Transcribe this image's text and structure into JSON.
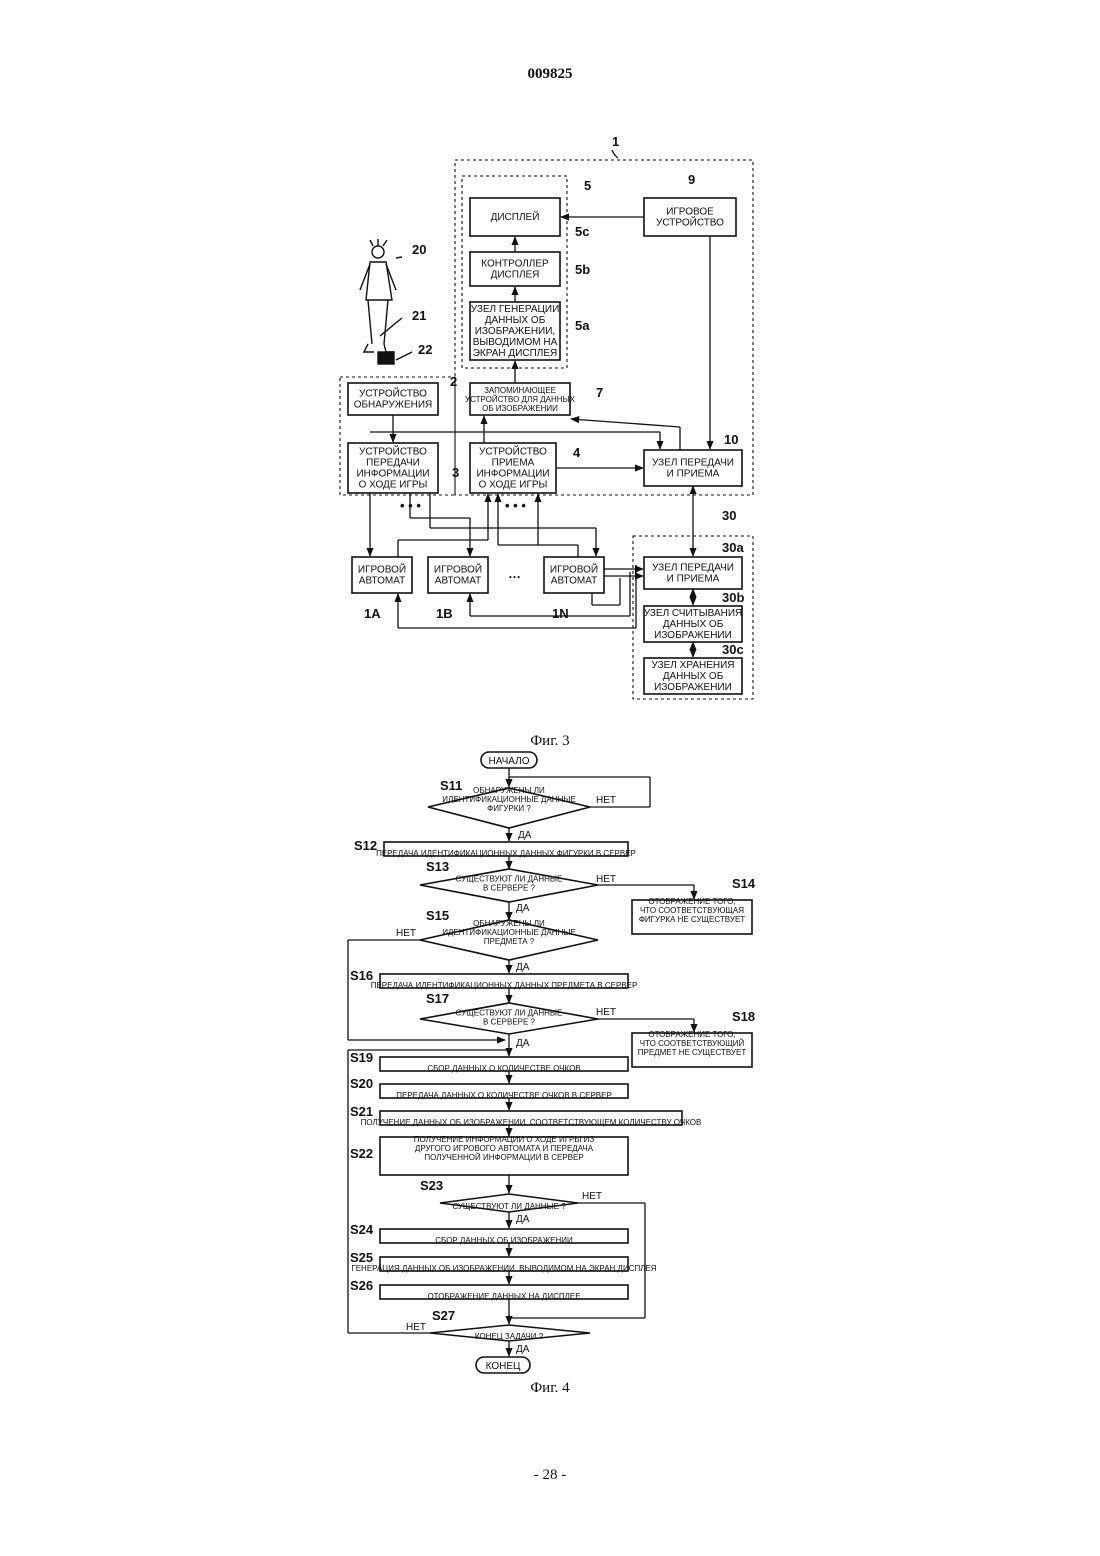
{
  "header": {
    "doc_number": "009825"
  },
  "footer": {
    "page_number": "- 28 -"
  },
  "fig3": {
    "caption": "Фиг. 3",
    "refs": {
      "r1": "1",
      "r2": "2",
      "r3": "3",
      "r4": "4",
      "r5": "5",
      "r5a": "5a",
      "r5b": "5b",
      "r5c": "5c",
      "r7": "7",
      "r9": "9",
      "r10": "10",
      "r20": "20",
      "r21": "21",
      "r22": "22",
      "r30": "30",
      "r30a": "30a",
      "r30b": "30b",
      "r30c": "30c",
      "r1A": "1A",
      "r1B": "1B",
      "r1N": "1N"
    },
    "boxes": {
      "display": [
        "ДИСПЛЕЙ"
      ],
      "display_controller": [
        "КОНТРОЛЛЕР",
        "ДИСПЛЕЯ"
      ],
      "image_gen": [
        "УЗЕЛ ГЕНЕРАЦИИ",
        "ДАННЫХ ОБ",
        "ИЗОБРАЖЕНИИ,",
        "ВЫВОДИМОМ НА",
        "ЭКРАН ДИСПЛЕЯ"
      ],
      "game_device": [
        "ИГРОВОЕ",
        "УСТРОЙСТВО"
      ],
      "storage": [
        "ЗАПОМИНАЮЩЕЕ",
        "УСТРОЙСТВО ДЛЯ ДАННЫХ",
        "ОБ ИЗОБРАЖЕНИИ"
      ],
      "detection": [
        "УСТРОЙСТВО",
        "ОБНАРУЖЕНИЯ"
      ],
      "transmit_progress": [
        "УСТРОЙСТВО",
        "ПЕРЕДАЧИ",
        "ИНФОРМАЦИИ",
        "О ХОДЕ ИГРЫ"
      ],
      "receive_progress": [
        "УСТРОЙСТВО",
        "ПРИЕМА",
        "ИНФОРМАЦИИ",
        "О ХОДЕ ИГРЫ"
      ],
      "transceiver": [
        "УЗЕЛ ПЕРЕДАЧИ",
        "И ПРИЕМА"
      ],
      "machine_a": [
        "ИГРОВОЙ",
        "АВТОМАТ"
      ],
      "machine_b": [
        "ИГРОВОЙ",
        "АВТОМАТ"
      ],
      "machine_n": [
        "ИГРОВОЙ",
        "АВТОМАТ"
      ],
      "server_transceiver": [
        "УЗЕЛ ПЕРЕДАЧИ",
        "И ПРИЕМА"
      ],
      "server_reader": [
        "УЗЕЛ СЧИТЫВАНИЯ",
        "ДАННЫХ ОБ",
        "ИЗОБРАЖЕНИИ"
      ],
      "server_storage": [
        "УЗЕЛ ХРАНЕНИЯ",
        "ДАННЫХ ОБ",
        "ИЗОБРАЖЕНИИ"
      ]
    },
    "ellipsis": "…",
    "dots": "• • •"
  },
  "fig4": {
    "caption": "Фиг. 4",
    "start": "НАЧАЛО",
    "end": "КОНЕЦ",
    "yes": "ДА",
    "no": "НЕТ",
    "steps": {
      "s11": {
        "label": "S11",
        "lines": [
          "ОБНАРУЖЕНЫ ЛИ",
          "ИДЕНТИФИКАЦИОННЫЕ ДАННЫЕ",
          "ФИГУРКИ ?"
        ]
      },
      "s12": {
        "label": "S12",
        "lines": [
          "ПЕРЕДАЧА ИДЕНТИФИКАЦИОННЫХ ДАННЫХ ФИГУРКИ В СЕРВЕР"
        ]
      },
      "s13": {
        "label": "S13",
        "lines": [
          "СУЩЕСТВУЮТ ЛИ ДАННЫЕ",
          "В СЕРВЕРЕ ?"
        ]
      },
      "s14": {
        "label": "S14",
        "lines": [
          "ОТОБРАЖЕНИЕ ТОГО,",
          "ЧТО СООТВЕТСТВУЮЩАЯ",
          "ФИГУРКА НЕ СУЩЕСТВУЕТ"
        ]
      },
      "s15": {
        "label": "S15",
        "lines": [
          "ОБНАРУЖЕНЫ ЛИ",
          "ИДЕНТИФИКАЦИОННЫЕ ДАННЫЕ",
          "ПРЕДМЕТА ?"
        ]
      },
      "s16": {
        "label": "S16",
        "lines": [
          "ПЕРЕДАЧА ИДЕНТИФИКАЦИОННЫХ ДАННЫХ ПРЕДМЕТА В СЕРВЕР"
        ]
      },
      "s17": {
        "label": "S17",
        "lines": [
          "СУЩЕСТВУЮТ ЛИ ДАННЫЕ",
          "В СЕРВЕРЕ ?"
        ]
      },
      "s18": {
        "label": "S18",
        "lines": [
          "ОТОБРАЖЕНИЕ ТОГО,",
          "ЧТО СООТВЕТСТВУЮЩИЙ",
          "ПРЕДМЕТ НЕ СУЩЕСТВУЕТ"
        ]
      },
      "s19": {
        "label": "S19",
        "lines": [
          "СБОР ДАННЫХ О КОЛИЧЕСТВЕ ОЧКОВ"
        ]
      },
      "s20": {
        "label": "S20",
        "lines": [
          "ПЕРЕДАЧА ДАННЫХ О КОЛИЧЕСТВЕ ОЧКОВ В СЕРВЕР"
        ]
      },
      "s21": {
        "label": "S21",
        "lines": [
          "ПОЛУЧЕНИЕ ДАННЫХ ОБ ИЗОБРАЖЕНИИ, СООТВЕТСТВУЮЩЕМ КОЛИЧЕСТВУ ОЧКОВ"
        ]
      },
      "s22": {
        "label": "S22",
        "lines": [
          "ПОЛУЧЕНИЕ ИНФОРМАЦИИ О ХОДЕ ИГРЫ ИЗ",
          "ДРУГОГО ИГРОВОГО АВТОМАТА И ПЕРЕДАЧА",
          "ПОЛУЧЕННОЙ ИНФОРМАЦИИ В СЕРВЕР"
        ]
      },
      "s23": {
        "label": "S23",
        "lines": [
          "СУЩЕСТВУЮТ ЛИ ДАННЫЕ ?"
        ]
      },
      "s24": {
        "label": "S24",
        "lines": [
          "СБОР ДАННЫХ ОБ ИЗОБРАЖЕНИИ"
        ]
      },
      "s25": {
        "label": "S25",
        "lines": [
          "ГЕНЕРАЦИЯ ДАННЫХ ОБ ИЗОБРАЖЕНИИ, ВЫВОДИМОМ НА ЭКРАН ДИСПЛЕЯ"
        ]
      },
      "s26": {
        "label": "S26",
        "lines": [
          "ОТОБРАЖЕНИЕ ДАННЫХ НА ДИСПЛЕЕ"
        ]
      },
      "s27": {
        "label": "S27",
        "lines": [
          "КОНЕЦ ЗАДАЧИ ?"
        ]
      }
    }
  }
}
